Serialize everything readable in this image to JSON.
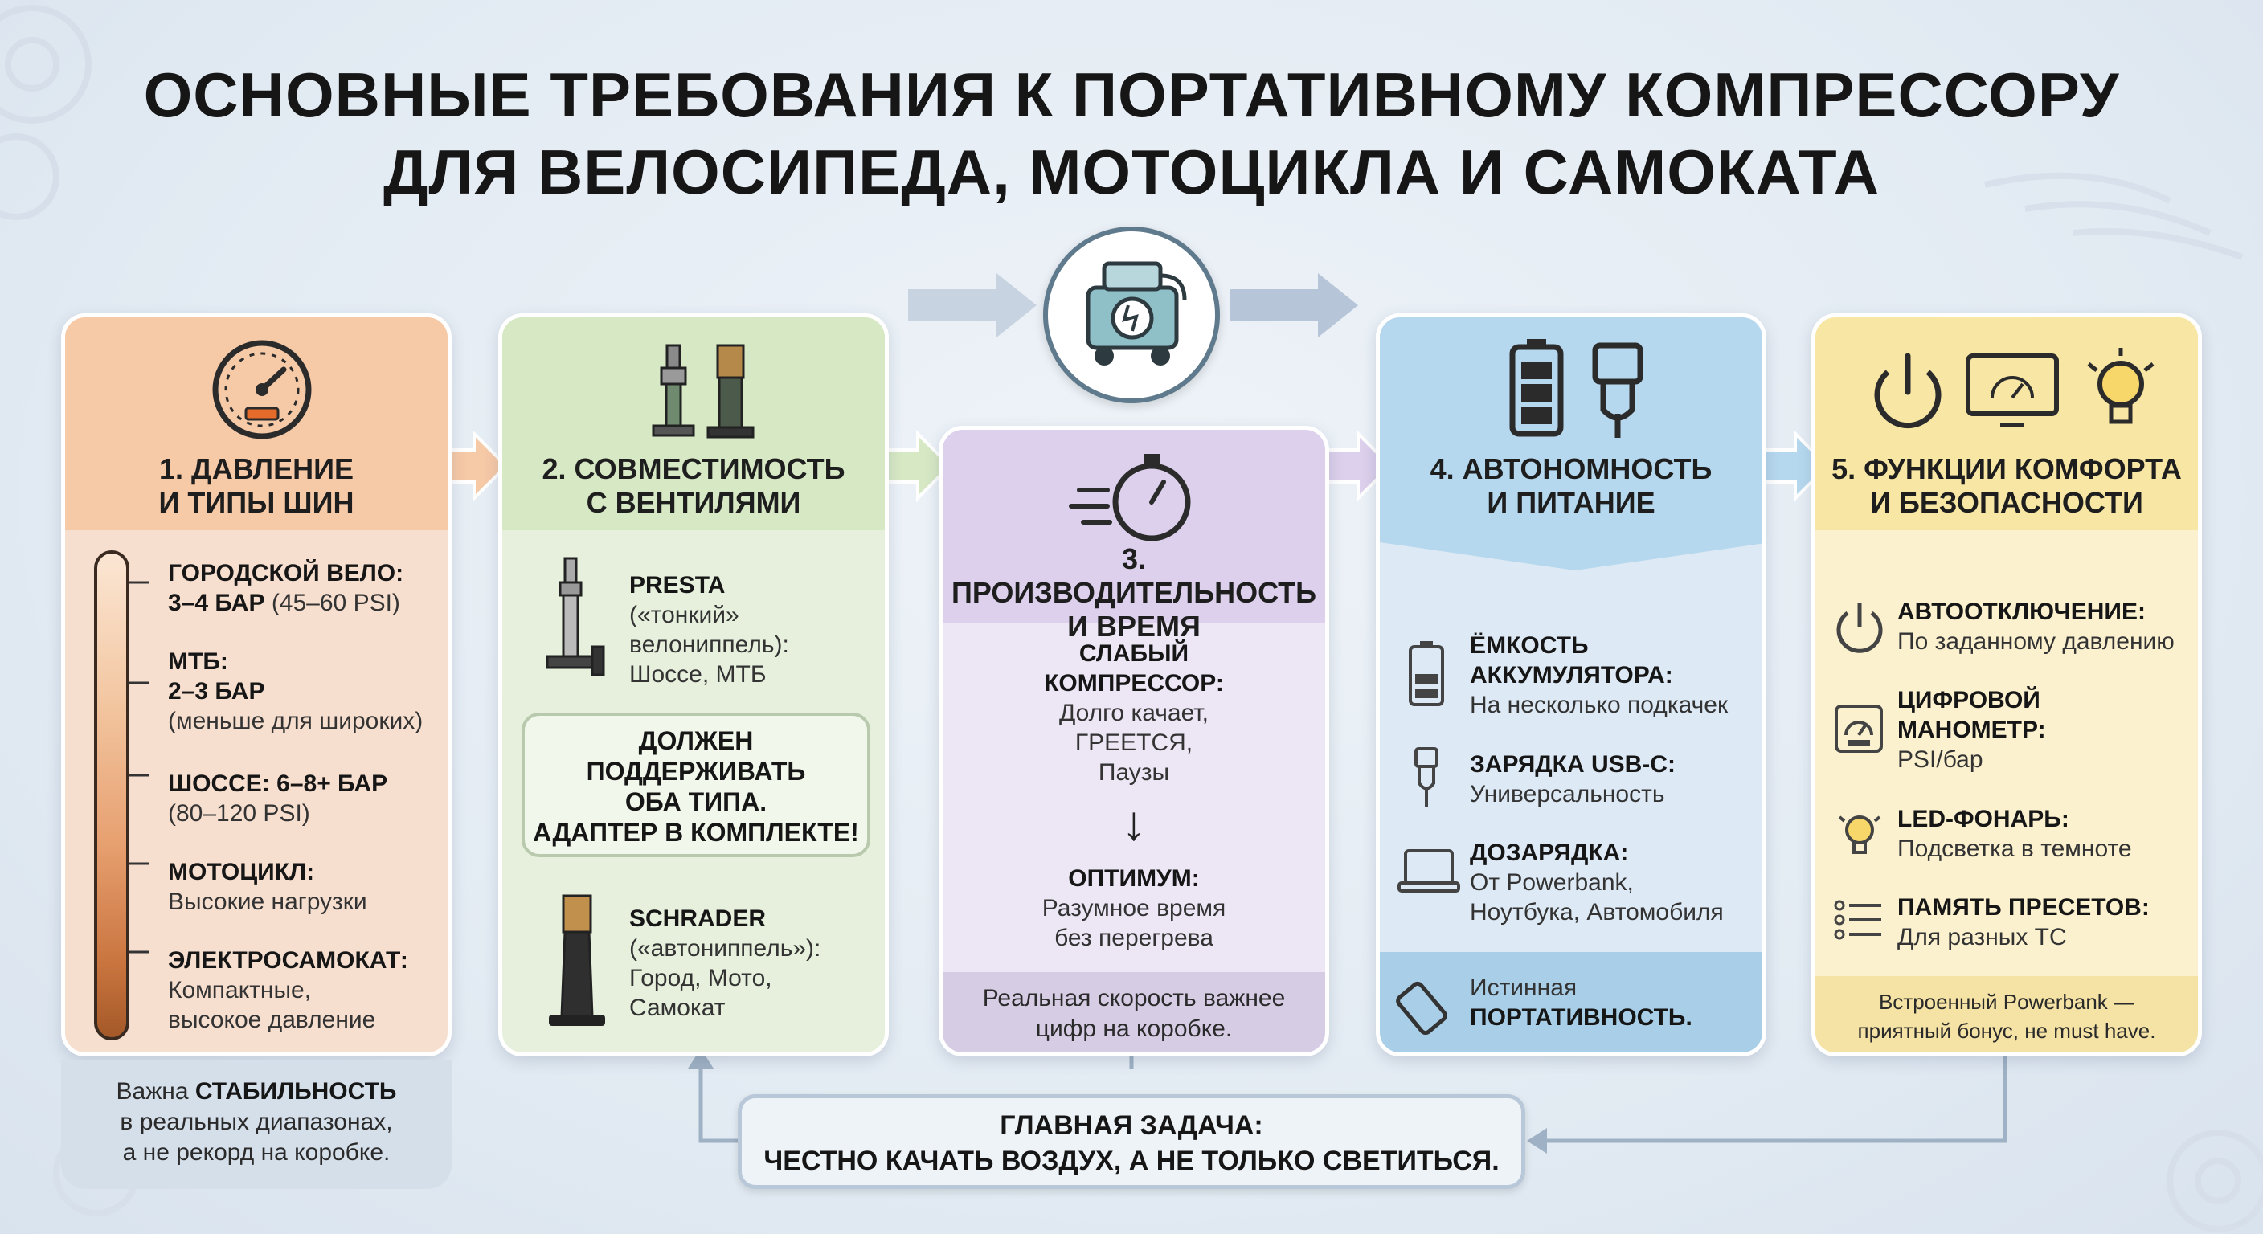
{
  "title": {
    "line1": "ОСНОВНЫЕ ТРЕБОВАНИЯ К ПОРТАТИВНОМУ КОМПРЕССОРУ",
    "line2": "ДЛЯ ВЕЛОСИПЕДА, МОТОЦИКЛА И САМОКАТА"
  },
  "card1": {
    "head1": "1. ДАВЛЕНИЕ",
    "head2": "И ТИПЫ ШИН",
    "icon": "pressure-gauge-icon",
    "items": [
      {
        "b1": "ГОРОДСКОЙ ВЕЛО:",
        "b2": "3–4 БАР",
        "t": " (45–60 PSI)"
      },
      {
        "b1": "МТБ:",
        "b2": "2–3 БАР",
        "t": "(меньше для широких)"
      },
      {
        "b1": "ШОССЕ: 6–8+ БАР",
        "t": "(80–120 PSI)"
      },
      {
        "b1": "МОТОЦИКЛ:",
        "t": "Высокие нагрузки"
      },
      {
        "b1": "ЭЛЕКТРОСАМОКАТ:",
        "t1": "Компактные,",
        "t2": "высокое давление"
      }
    ],
    "footer1a": "Важна ",
    "footer1b": "СТАБИЛЬНОСТЬ",
    "footer2": "в реальных диапазонах,",
    "footer3": "а не рекорд на коробке."
  },
  "card2": {
    "head1": "2. СОВМЕСТИМОСТЬ",
    "head2": "С ВЕНТИЛЯМИ",
    "presta": {
      "b": "PRESTA",
      "t1": "(«тонкий»",
      "t2": "велониппель):",
      "t3": "Шоссе, МТБ"
    },
    "box": [
      "ДОЛЖЕН",
      "ПОДДЕРЖИВАТЬ",
      "ОБА ТИПА.",
      "АДАПТЕР В КОМПЛЕКТЕ!"
    ],
    "schrader": {
      "b": "SCHRADER",
      "t1": "(«автониппель»):",
      "t2": "Город, Мото,",
      "t3": "Самокат"
    }
  },
  "card3": {
    "head1": "3. ПРОИЗВОДИТЕЛЬНОСТЬ",
    "head2": "И ВРЕМЯ",
    "weak": {
      "b1": "СЛАБЫЙ",
      "b2": "КОМПРЕССОР:",
      "t1": "Долго качает,",
      "t2": "ГРЕЕТСЯ,",
      "t3": "Паузы"
    },
    "arrow": "↓",
    "opt": {
      "b": "ОПТИМУМ:",
      "t1": "Разумное время",
      "t2": "без перегрева"
    },
    "footer1": "Реальная скорость важнее",
    "footer2": "цифр на коробке."
  },
  "card4": {
    "head1": "4. АВТОНОМНОСТЬ",
    "head2": "И ПИТАНИЕ",
    "items": [
      {
        "b1": "ЁМКОСТЬ",
        "b2": "АККУМУЛЯТОРА:",
        "t1": "На несколько подкачек"
      },
      {
        "b1": "ЗАРЯДКА USB-C:",
        "t1": "Универсальность"
      },
      {
        "b1": "ДОЗАРЯДКА:",
        "t1": "От Powerbank,",
        "t2": "Ноутбука, Автомобиля"
      }
    ],
    "footer1": "Истинная",
    "footer2": "ПОРТАТИВНОСТЬ."
  },
  "card5": {
    "head1": "5. ФУНКЦИИ КОМФОРТА",
    "head2": "И БЕЗОПАСНОСТИ",
    "items": [
      {
        "b1": "АВТООТКЛЮЧЕНИЕ:",
        "t1": "По заданному давлению"
      },
      {
        "b1": "ЦИФРОВОЙ",
        "b2": "МАНОМЕТР:",
        "t1": "PSI/бар"
      },
      {
        "b1": "LED-ФОНАРЬ:",
        "t1": "Подсветка в темноте"
      },
      {
        "b1": "ПАМЯТЬ ПРЕСЕТОВ:",
        "t1": "Для разных ТС"
      }
    ],
    "footer1": "Встроенный Powerbank —",
    "footer2": "приятный бонус, не must have."
  },
  "main_task": {
    "line1": "ГЛАВНАЯ ЗАДАЧА:",
    "line2": "ЧЕСТНО КАЧАТЬ ВОЗДУХ, А НЕ ТОЛЬКО СВЕТИТЬСЯ."
  },
  "colors": {
    "orange": "#f6c9a7",
    "green": "#d6e8c4",
    "purple": "#dcd0ec",
    "blue": "#b6d8ee",
    "yellow": "#f8e6a4",
    "arrow": "#c7d3e0"
  }
}
